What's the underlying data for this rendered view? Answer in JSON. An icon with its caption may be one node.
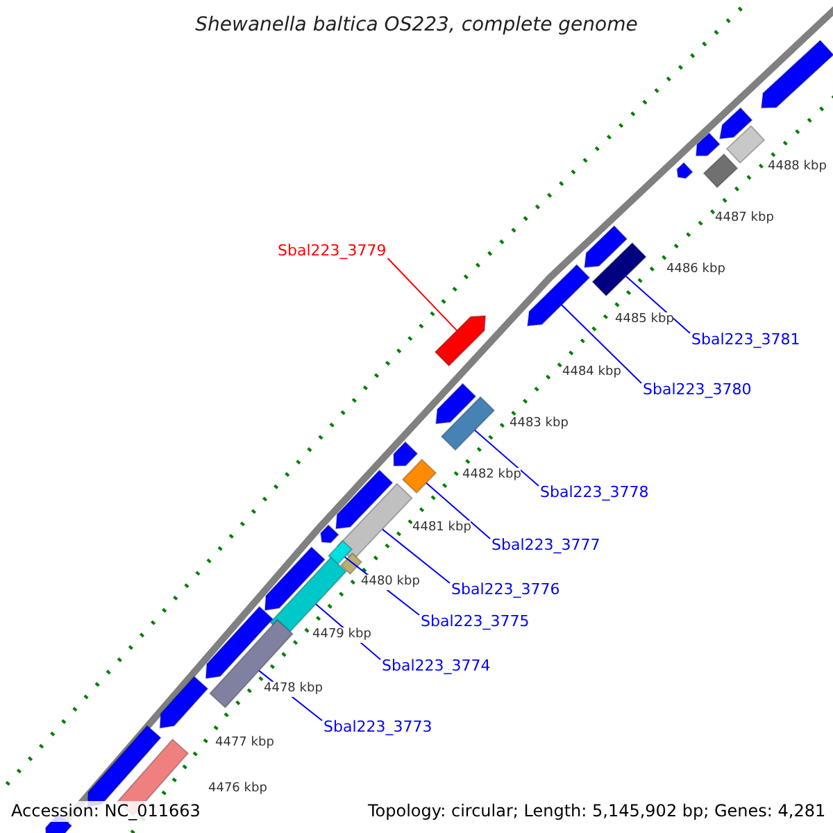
{
  "diagram": {
    "title": "Shewanella baltica OS223, complete genome",
    "nodes": [
      {
        "text": [
          "Sbal223_3779"
        ]
      },
      {
        "text": [],
        "shape": "arrow"
      },
      {
        "text": [
          "Sbal223_3781"
        ]
      },
      {
        "text": [],
        "shape": "box"
      },
      {
        "text": [
          "Sbal223_3780"
        ]
      },
      {
        "text": [],
        "shape": "arrow"
      },
      {
        "text": [
          "Sbal223_3778"
        ]
      },
      {
        "text": [],
        "shape": "box"
      },
      {
        "text": [
          "Sbal223_3777"
        ]
      },
      {
        "text": [],
        "shape": "box"
      },
      {
        "text": [
          "Sbal223_3776"
        ]
      },
      {
        "text": [],
        "shape": "box"
      },
      {
        "text": [
          "Sbal223_3775"
        ]
      },
      {
        "text": [],
        "shape": "box"
      },
      {
        "text": [
          "Sbal223_3774"
        ]
      },
      {
        "text": [],
        "shape": "box"
      },
      {
        "text": [
          "Sbal223_3773"
        ]
      },
      {
        "text": [],
        "shape": "box"
      },
      {
        "text": [],
        "shape": "arrow"
      },
      {
        "text": [],
        "shape": "arrow"
      },
      {
        "text": [],
        "shape": "box"
      },
      {
        "text": [],
        "shape": "arrow"
      },
      {
        "text": [],
        "shape": "box"
      },
      {
        "text": [],
        "shape": "arrow"
      },
      {
        "text": [],
        "shape": "arrow"
      },
      {
        "text": [],
        "shape": "arrow"
      },
      {
        "text": [],
        "shape": "arrow"
      },
      {
        "text": [],
        "shape": "arrow"
      },
      {
        "text": [],
        "shape": "arrow"
      },
      {
        "text": [],
        "shape": "box"
      },
      {
        "text": [],
        "shape": "arrow"
      },
      {
        "text": [],
        "shape": "arrow"
      },
      {
        "text": [],
        "shape": "arrow"
      },
      {
        "text": [],
        "shape": "arrow"
      },
      {
        "text": [],
        "shape": "box"
      },
      {
        "text": [],
        "shape": "arrow"
      }
    ],
    "edges": [
      {
        "from": 0,
        "to": 1,
        "arrow": "none",
        "color": "#ff0000"
      },
      {
        "from": 2,
        "to": 3,
        "arrow": "none"
      },
      {
        "from": 4,
        "to": 5,
        "arrow": "none"
      },
      {
        "from": 6,
        "to": 7,
        "arrow": "none"
      },
      {
        "from": 8,
        "to": 9,
        "arrow": "none"
      },
      {
        "from": 10,
        "to": 11,
        "arrow": "none"
      },
      {
        "from": 12,
        "to": 13,
        "arrow": "none"
      },
      {
        "from": 14,
        "to": 15,
        "arrow": "none"
      },
      {
        "from": 16,
        "to": 17,
        "arrow": "none"
      }
    ],
    "labels": [
      "4488 kbp",
      "4487 kbp",
      "4486 kbp",
      "4485 kbp",
      "4484 kbp",
      "4483 kbp",
      "4482 kbp",
      "4481 kbp",
      "4480 kbp",
      "4479 kbp",
      "4478 kbp",
      "4477 kbp",
      "4476 kbp",
      "Accession: NC_011663",
      "Topology: circular; Length: 5,145,902 bp; Genes: 4,281"
    ]
  }
}
